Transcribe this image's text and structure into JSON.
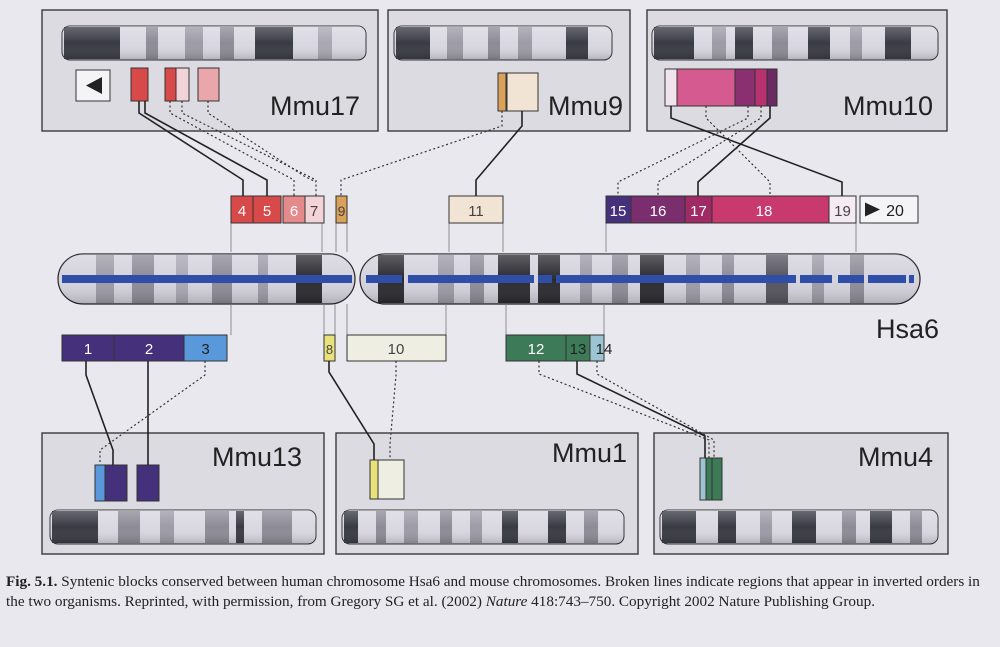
{
  "diagram": {
    "human_chromosome": "Hsa6",
    "mouse_chromosomes": {
      "mmu17": "Mmu17",
      "mmu9": "Mmu9",
      "mmu10": "Mmu10",
      "mmu13": "Mmu13",
      "mmu1": "Mmu1",
      "mmu4": "Mmu4"
    },
    "blocks": {
      "b1": "1",
      "b2": "2",
      "b3": "3",
      "b4": "4",
      "b5": "5",
      "b6": "6",
      "b7": "7",
      "b8": "8",
      "b9": "9",
      "b10": "10",
      "b11": "11",
      "b12": "12",
      "b13": "13",
      "b14": "14",
      "b15": "15",
      "b16": "16",
      "b17": "17",
      "b18": "18",
      "b19": "19",
      "b20": "20"
    },
    "colors": {
      "red": "#d84a4a",
      "pink_light": "#eaa7ab",
      "pink_pale": "#f1d3d8",
      "orange": "#d9a15a",
      "beige": "#f2e4d4",
      "purple_dark": "#45307c",
      "blue": "#5a98dc",
      "yellow": "#e8e27a",
      "green": "#3c7a58",
      "teal": "#7cb4c0",
      "magenta": "#7a2e6e",
      "rose": "#c8396d",
      "chrom_band": "#4a4a55",
      "centromere_line": "#2f4ea8",
      "panel_bg": "#dcdbe2"
    }
  },
  "caption": {
    "label": "Fig. 5.1.",
    "text": "Syntenic blocks conserved between human chromosome Hsa6 and mouse chromosomes. Broken lines indicate regions that appear in inverted orders in the two organisms. Reprinted, with permission, from Gregory SG et al. (2002)",
    "journal": "Nature",
    "citation": "418:743–750. Copyright 2002 Nature Publishing Group."
  }
}
